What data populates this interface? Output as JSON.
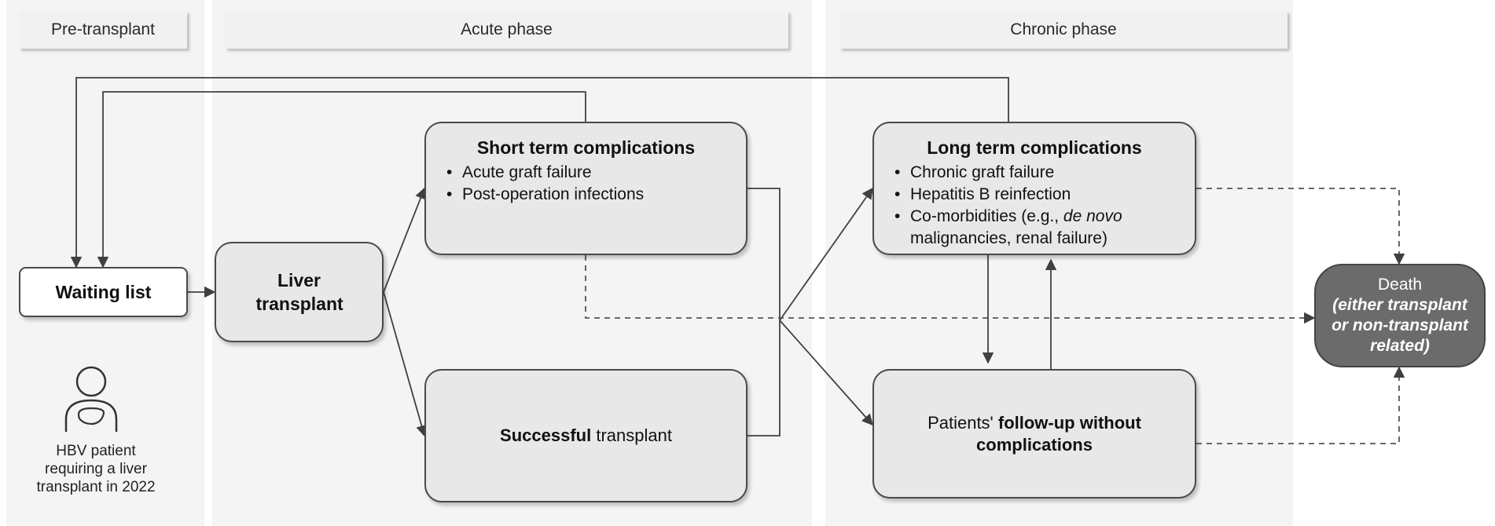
{
  "phases": {
    "pre_transplant": "Pre-transplant",
    "acute": "Acute phase",
    "chronic": "Chronic phase"
  },
  "nodes": {
    "waiting_list": "Waiting list",
    "liver_transplant": "Liver transplant",
    "short_term": {
      "title": "Short term complications",
      "items": [
        "Acute graft failure",
        "Post-operation infections"
      ]
    },
    "successful": {
      "bold": "Successful",
      "rest": " transplant"
    },
    "long_term": {
      "title": "Long term complications",
      "items": [
        "Chronic graft failure",
        "Hepatitis B reinfection",
        {
          "pre": "Co-morbidities (e.g., ",
          "italic": "de novo",
          "post": " malignancies, renal failure)"
        }
      ]
    },
    "follow_up": {
      "pre": "Patients' ",
      "bold": "follow-up without complications"
    },
    "death": {
      "title": "Death",
      "note": "(either transplant or non-transplant related)"
    }
  },
  "patient": {
    "icon": "patient-liver-icon",
    "caption": "HBV patient requiring a liver transplant in 2022"
  },
  "colors": {
    "box_fill": "#e8e8e8",
    "box_border": "#4a4a4a",
    "death_fill": "#6b6b6b",
    "arrow": "#404040"
  }
}
